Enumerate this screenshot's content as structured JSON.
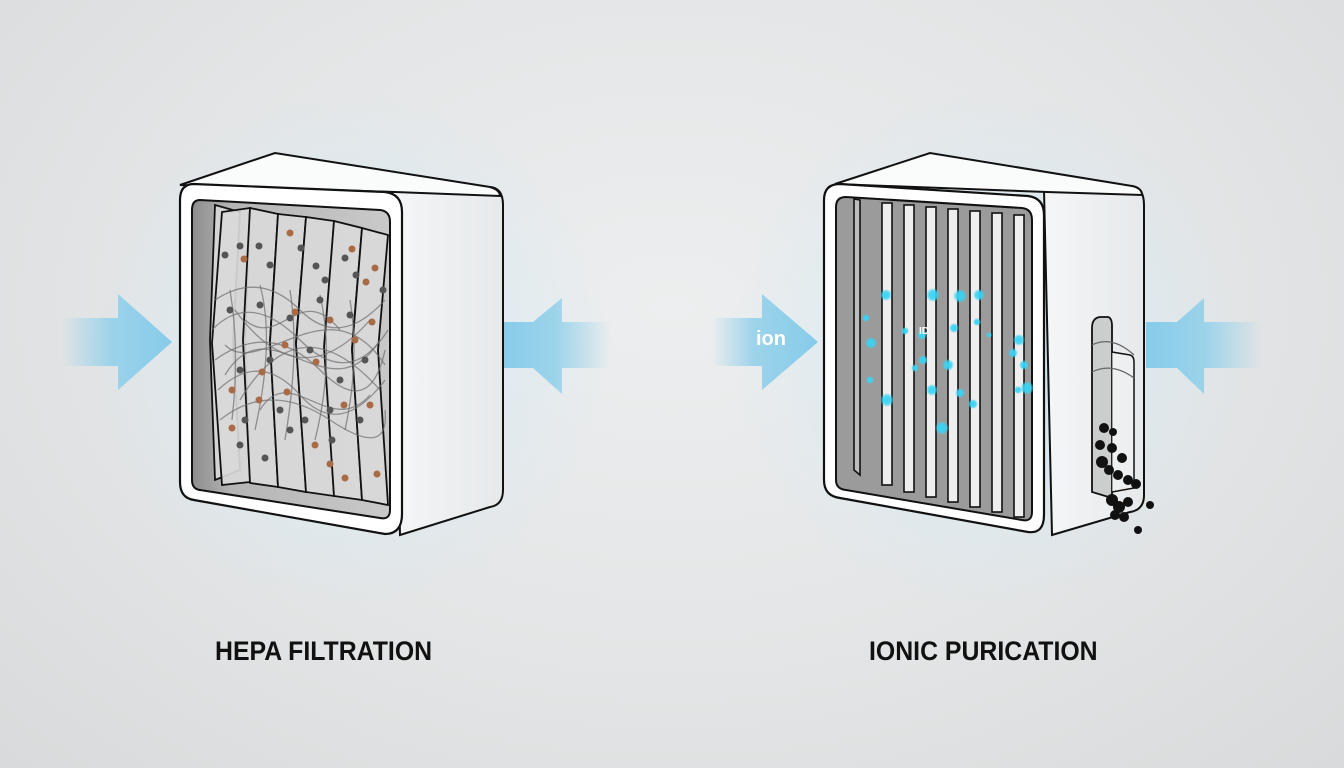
{
  "panels": [
    {
      "id": "hepa",
      "caption": "HEPA FILTRATION",
      "inlet_arrow_label": "",
      "elements": [
        "inlet-airflow-arrow",
        "pleated-filter-media",
        "trapped-particles",
        "fiber-mesh",
        "outlet-airflow-arrow"
      ]
    },
    {
      "id": "ionic",
      "caption": "IONIC PURICATION",
      "inlet_arrow_label": "ion",
      "center_label": "ID",
      "elements": [
        "inlet-airflow-arrow",
        "collector-plates",
        "charged-ions",
        "dust-collection-tray",
        "collected-particles",
        "outlet-airflow-arrow"
      ]
    }
  ],
  "colors": {
    "arrow": "#8fcfea",
    "housing": "#ffffff",
    "outline": "#111111",
    "filter_media": "#d7d7d7",
    "particle_gray": "#5a5a5a",
    "particle_brown": "#a86b45",
    "plate": "#9b9b9b",
    "ion": "#38d4f5",
    "dust": "#111111"
  }
}
